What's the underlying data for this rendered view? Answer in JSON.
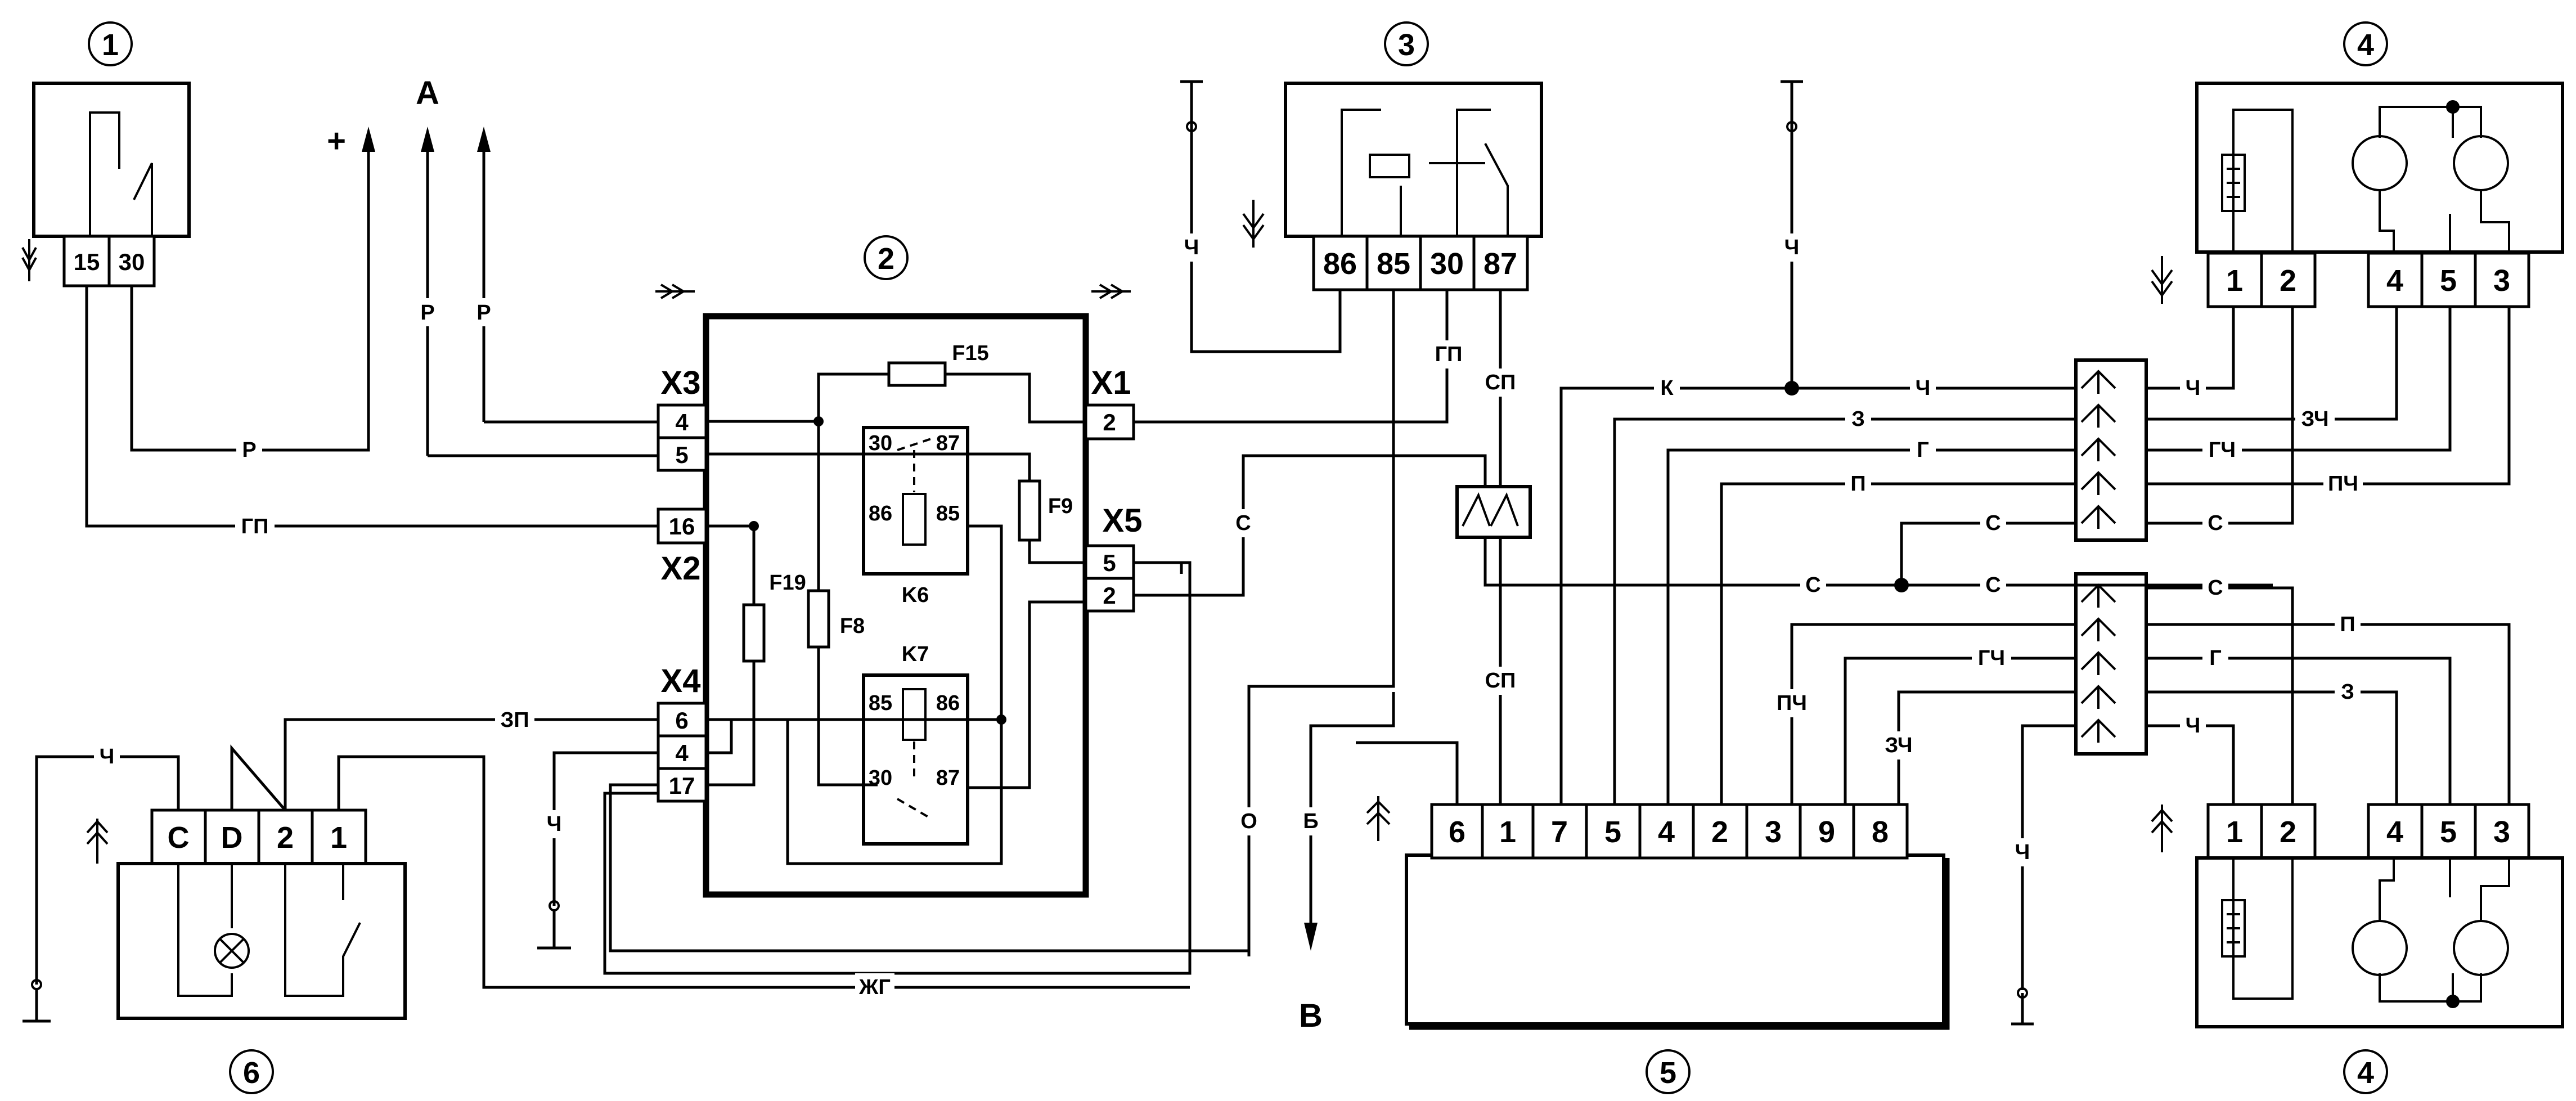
{
  "components": {
    "c1": {
      "number": "1",
      "pins": [
        "15",
        "30"
      ]
    },
    "c2": {
      "number": "2",
      "connectors": {
        "x1": "X1",
        "x2": "X2",
        "x3": "X3",
        "x4": "X4",
        "x5": "X5"
      },
      "x3_pins": [
        "4",
        "5"
      ],
      "x2_pins": [
        "16"
      ],
      "x4_pins": [
        "6",
        "4",
        "17"
      ],
      "x1_pins": [
        "2"
      ],
      "x5_pins": [
        "5",
        "2"
      ],
      "fuses": {
        "f15": "F15",
        "f9": "F9",
        "f19": "F19",
        "f8": "F8"
      },
      "relays": {
        "k6": "K6",
        "k7": "K7"
      },
      "k6_pins": {
        "p30": "30",
        "p87": "87",
        "p86": "86",
        "p85": "85"
      },
      "k7_pins": {
        "p85": "85",
        "p86": "86",
        "p30": "30",
        "p87": "87"
      }
    },
    "c3": {
      "number": "3",
      "pins": [
        "86",
        "85",
        "30",
        "87"
      ]
    },
    "c4_top": {
      "number": "4",
      "pins": [
        "1",
        "2",
        "4",
        "5",
        "3"
      ]
    },
    "c4_bottom": {
      "number": "4",
      "pins": [
        "1",
        "2",
        "4",
        "5",
        "3"
      ]
    },
    "c5": {
      "number": "5",
      "pins": [
        "6",
        "1",
        "7",
        "5",
        "4",
        "2",
        "3",
        "9",
        "8"
      ]
    },
    "c6": {
      "number": "6",
      "pins": [
        "C",
        "D",
        "2",
        "1"
      ]
    }
  },
  "labels": {
    "a": "A",
    "b": "B",
    "plus": "+"
  },
  "wire_labels": {
    "p_left": "Р",
    "p_right": "Р",
    "p_bottom": "Р",
    "gp_left": "ГП",
    "ch_c3": "Ч",
    "gp_c3": "ГП",
    "sp_top": "СП",
    "sp_bottom": "СП",
    "s_mid": "С",
    "o": "О",
    "b_wire": "Б",
    "zp": "ЗП",
    "ch_c6": "Ч",
    "ch_x4": "Ч",
    "zhg": "ЖГ",
    "k": "К",
    "ch_top": "Ч",
    "z_top": "З",
    "g_top": "Г",
    "p_top": "П",
    "s_top": "С",
    "s_center": "С",
    "s_center2": "С",
    "pch_c5": "ПЧ",
    "gch_c5": "ГЧ",
    "zch_c5": "ЗЧ",
    "ch_c5": "Ч",
    "r_ch1": "Ч",
    "r_zch": "ЗЧ",
    "r_gch": "ГЧ",
    "r_pch": "ПЧ",
    "r_s1": "С",
    "r_s2": "С",
    "r_p": "П",
    "r_g": "Г",
    "r_z": "З",
    "r_ch2": "Ч"
  }
}
